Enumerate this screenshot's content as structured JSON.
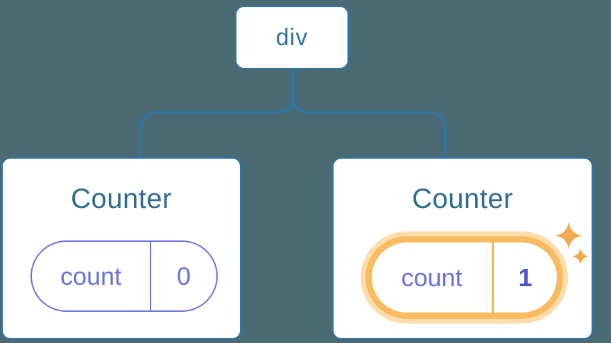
{
  "colors": {
    "page-bg": "#4C6A74",
    "line-blue": "#2E75A8",
    "node-text": "#2F719F",
    "title-text": "#2D6B90",
    "purple": "#6B70DB",
    "value-bold-purple": "#4D55CE",
    "orange-ring": "#F8BB60",
    "orange-halo": "#FCDDAB",
    "orange-divider": "#F5B255",
    "sparkle-orange": "#F2A94F",
    "card-bg": "#FFFFFF"
  },
  "tree": {
    "root_label": "div",
    "children": [
      {
        "title": "Counter",
        "state_name": "count",
        "state_value": "0",
        "highlighted": false
      },
      {
        "title": "Counter",
        "state_name": "count",
        "state_value": "1",
        "highlighted": true
      }
    ]
  },
  "icons": {
    "sparkles": "four-point-star-sparkles"
  }
}
